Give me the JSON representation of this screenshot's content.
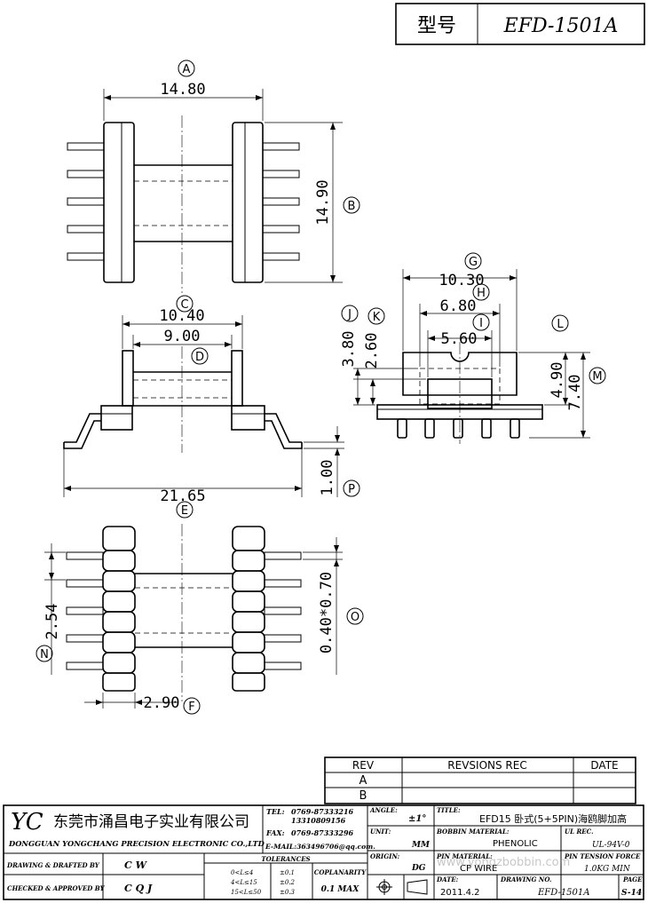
{
  "header": {
    "label": "型号",
    "model": "EFD-1501A"
  },
  "dims": {
    "A": "14.80",
    "B": "14.90",
    "C": "10.40",
    "D": "9.00",
    "E": "21.65",
    "F": "2.90",
    "G": "10.30",
    "H": "6.80",
    "I": "5.60",
    "J": "3.80",
    "K": "2.60",
    "L": "4.90",
    "M": "7.40",
    "N": "2.54",
    "O": "0.40*0.70",
    "P": "1.00"
  },
  "tags": [
    "A",
    "B",
    "C",
    "D",
    "E",
    "F",
    "G",
    "H",
    "I",
    "J",
    "K",
    "L",
    "M",
    "N",
    "O",
    "P"
  ],
  "revision": {
    "headers": {
      "rev": "REV",
      "rec": "REVSIONS REC",
      "date": "DATE"
    },
    "rows": [
      "A",
      "B"
    ]
  },
  "title_block": {
    "logo": "YC",
    "company_cn": "东莞市涌昌电子实业有限公司",
    "company_en": "DONGGUAN YONGCHANG PRECISION ELECTRONIC CO.,LTD",
    "tel_label": "TEL:",
    "tel_1": "0769-87333216",
    "tel_2": "13310809156",
    "fax_label": "FAX:",
    "fax": "0769-87333296",
    "email": "E-MAIL:363496706@qq.com.",
    "angle_label": "ANGLE:",
    "angle": "±1°",
    "title_label": "TITLE:",
    "title": "EFD15 卧式(5+5PIN)海鸥脚加高",
    "unit_label": "UNIT:",
    "unit": "MM",
    "bobbin_label": "BOBBIN MATERIAL:",
    "bobbin": "PHENOLIC",
    "ul_label": "UL REC.",
    "ul": "UL-94V-0",
    "origin_label": "ORIGIN:",
    "origin": "DG",
    "pin_label": "PIN MATERIAL:",
    "pin": "CP WIRE",
    "tension_label": "PIN TENSION FORCE",
    "tension": "1.0KG MIN",
    "watermark": "www.yongzbobbin.com",
    "drawn_label": "DRAWING & DRAFTED BY",
    "drawn": "C W",
    "checked_label": "CHECKED & APPROVED BY",
    "checked": "C Q J",
    "tol_label": "TOLERANCES",
    "tol_ranges": [
      "0<L≤4",
      "4<L≤15",
      "15<L≤50"
    ],
    "tol_values": [
      "±0.1",
      "±0.2",
      "±0.3"
    ],
    "coplanarity_label": "COPLANARITY",
    "coplanarity": "0.1 MAX",
    "date_label": "DATE:",
    "date": "2011.4.2",
    "dwg_label": "DRAWING NO.",
    "dwg": "EFD-1501A",
    "page_label": "PAGE",
    "page": "S-14"
  }
}
